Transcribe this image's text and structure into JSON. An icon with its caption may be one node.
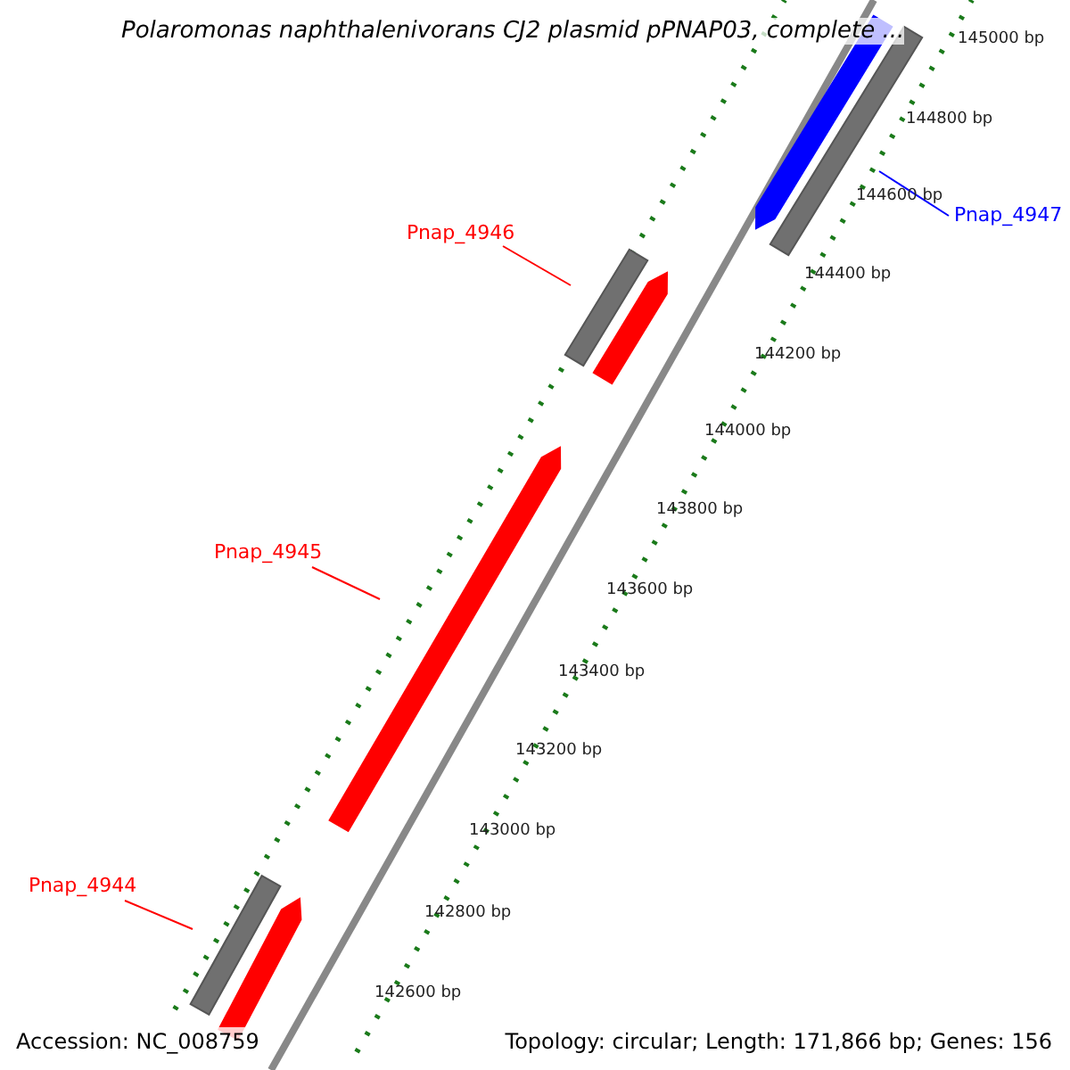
{
  "diagram": {
    "title": "Polaromonas naphthalenivorans CJ2 plasmid pPNAP03, complete ...",
    "nodes": [
      {
        "text": [
          "Pnap_4947"
        ]
      },
      {
        "text": [],
        "shape": "arrow"
      },
      {
        "text": [
          "Pnap_4946"
        ]
      },
      {
        "text": [],
        "shape": "arrow"
      },
      {
        "text": [
          "Pnap_4945"
        ]
      },
      {
        "text": [],
        "shape": "arrow"
      },
      {
        "text": [
          "Pnap_4944"
        ]
      },
      {
        "text": [],
        "shape": "arrow"
      }
    ],
    "edges": [
      {
        "from": 0,
        "to": 1,
        "arrow": "none",
        "color": "#0000ff"
      },
      {
        "from": 2,
        "to": 3,
        "arrow": "none"
      },
      {
        "from": 4,
        "to": 5,
        "arrow": "none"
      },
      {
        "from": 6,
        "to": 7,
        "arrow": "none"
      }
    ],
    "labels": [
      "145000 bp",
      "144800 bp",
      "144600 bp",
      "144400 bp",
      "144200 bp",
      "144000 bp",
      "143800 bp",
      "143600 bp",
      "143400 bp",
      "143200 bp",
      "143000 bp",
      "142800 bp",
      "142600 bp",
      "Accession: NC_008759",
      "Topology: circular; Length: 171,866 bp; Genes: 156"
    ]
  }
}
